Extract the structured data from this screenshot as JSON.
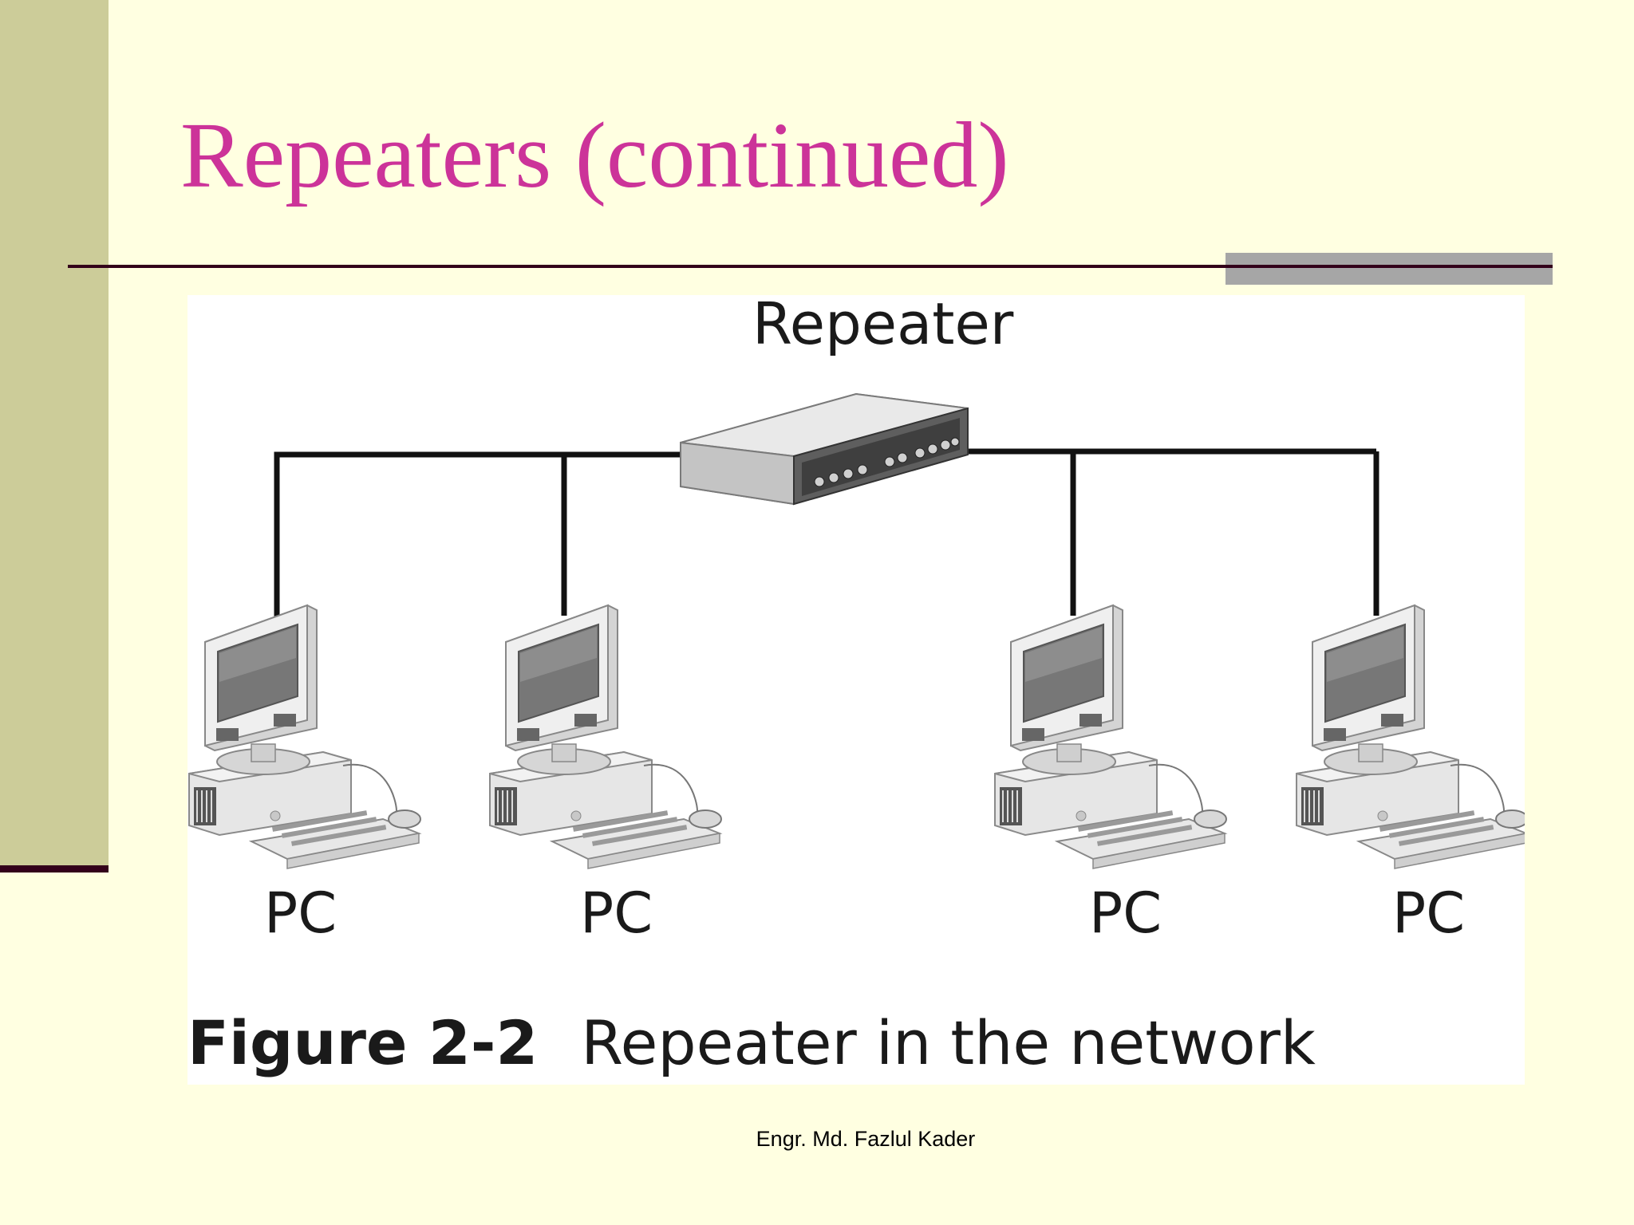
{
  "slide": {
    "title": "Repeaters (continued)",
    "footer": "Engr. Md. Fazlul Kader"
  },
  "figure": {
    "device_label": "Repeater",
    "computers": [
      {
        "label": "PC"
      },
      {
        "label": "PC"
      },
      {
        "label": "PC"
      },
      {
        "label": "PC"
      }
    ],
    "caption_number": "Figure 2-2",
    "caption_text": "Repeater in the network"
  },
  "colors": {
    "background": "#ffffe1",
    "side_bar": "#cccc99",
    "title": "#cc3399",
    "rule": "#33001a",
    "rule_accent": "#a6a6a6"
  }
}
